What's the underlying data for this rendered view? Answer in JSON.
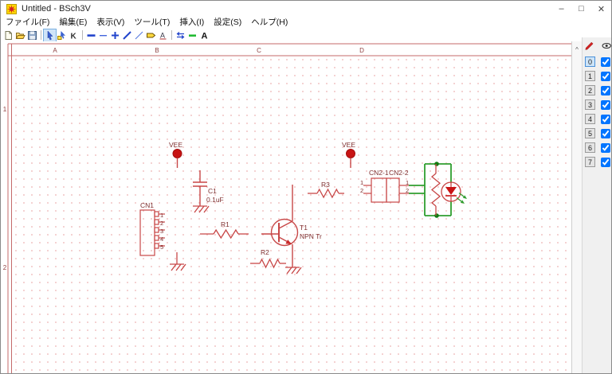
{
  "window": {
    "title": "Untitled - BSch3V",
    "controls": {
      "minimize": "–",
      "maximize": "□",
      "close": "✕"
    }
  },
  "menu": {
    "items": [
      "ファイル(F)",
      "編集(E)",
      "表示(V)",
      "ツール(T)",
      "挿入(I)",
      "設定(S)",
      "ヘルプ(H)"
    ]
  },
  "toolbar": {
    "icons": [
      "new-document",
      "open-file",
      "save",
      "select",
      "block-select",
      "net-check",
      "bus",
      "line",
      "junction",
      "diagonal-line",
      "thin-diagonal-line",
      "net-label",
      "text-underline",
      "reverse-arrows",
      "green-segment",
      "text-bold"
    ],
    "glyphs": {
      "net_check": "K",
      "text_underline": "A",
      "text_bold": "A"
    }
  },
  "sheet": {
    "columns": [
      "A",
      "B",
      "C",
      "D"
    ],
    "rows": [
      "1",
      "2"
    ]
  },
  "schematic": {
    "vee_labels": [
      "VEE",
      "VEE"
    ],
    "c1": {
      "ref": "C1",
      "value": "0.1uF"
    },
    "cn1": {
      "ref": "CN1",
      "pins": [
        "1",
        "2",
        "3",
        "4",
        "5"
      ]
    },
    "r1": {
      "ref": "R1"
    },
    "r2": {
      "ref": "R2"
    },
    "r3": {
      "ref": "R3"
    },
    "t1": {
      "ref": "T1",
      "value": "NPN Tr"
    },
    "cn2": {
      "left_ref": "CN2-1",
      "right_ref": "CN2-2",
      "left_pins": [
        "1",
        "2"
      ],
      "right_pins": [
        "1",
        "2"
      ]
    }
  },
  "layer_panel": {
    "scroll_up": "^",
    "layers": [
      {
        "id": "0",
        "visible": true
      },
      {
        "id": "1",
        "visible": true
      },
      {
        "id": "2",
        "visible": true
      },
      {
        "id": "3",
        "visible": true
      },
      {
        "id": "4",
        "visible": true
      },
      {
        "id": "5",
        "visible": true
      },
      {
        "id": "6",
        "visible": true
      },
      {
        "id": "7",
        "visible": true
      }
    ]
  },
  "colors": {
    "component_stroke": "#c84747",
    "label_text": "#7e2f2f",
    "wire_green": "#2f9e2f",
    "junction_green": "#117a11",
    "power_red": "#c81414",
    "grid_dot": "#f2c6c6",
    "frame_line": "#c46a6a",
    "sheet_label": "#8f4040",
    "selected_layer": "#cde4f8"
  }
}
